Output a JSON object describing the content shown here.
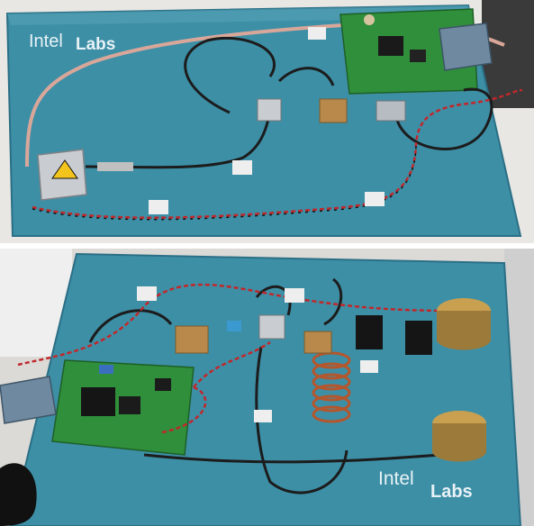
{
  "photos": {
    "top": {
      "logo_word_1": "Intel",
      "logo_word_2": "Labs"
    },
    "bottom": {
      "logo_word_1": "Intel",
      "logo_word_2": "Labs"
    }
  },
  "colors": {
    "board_blue": "#3d8fa6",
    "board_edge": "#2a6f86",
    "pcb_green": "#2f8f3a",
    "coax": "#1c1c1c",
    "pink_coax": "#d9a79a",
    "wire_red": "#c0282b",
    "gold": "#b8894a",
    "silver": "#c9ccd0",
    "copper": "#b5562c"
  },
  "icons": [
    "hazard-triangle-icon"
  ]
}
